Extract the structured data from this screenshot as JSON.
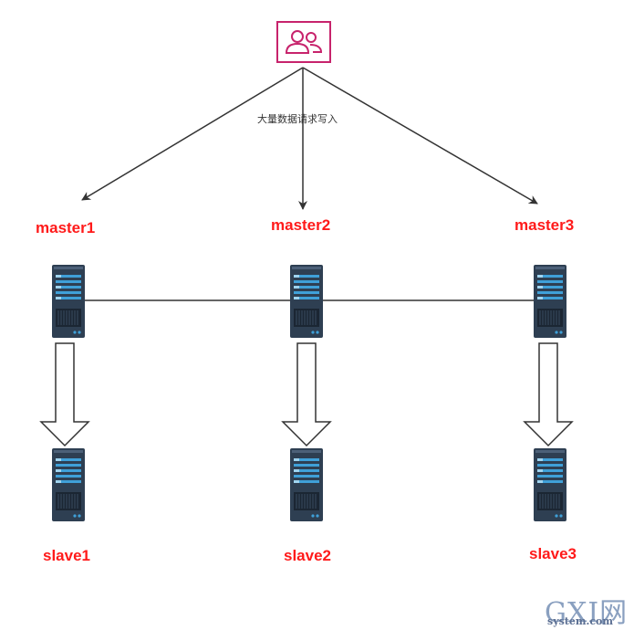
{
  "top": {
    "icon": "users-icon",
    "edge_label": "大量数据请求写入"
  },
  "masters": [
    {
      "label": "master1"
    },
    {
      "label": "master2"
    },
    {
      "label": "master3"
    }
  ],
  "slaves": [
    {
      "label": "slave1"
    },
    {
      "label": "slave2"
    },
    {
      "label": "slave3"
    }
  ],
  "watermark": {
    "main": "GXI网",
    "sub": "system.com"
  },
  "colors": {
    "label_red": "#ff1a1a",
    "icon_border": "#c7236c",
    "server_body": "#2e3f52",
    "server_accent": "#3fa0d8",
    "line": "#333333"
  }
}
